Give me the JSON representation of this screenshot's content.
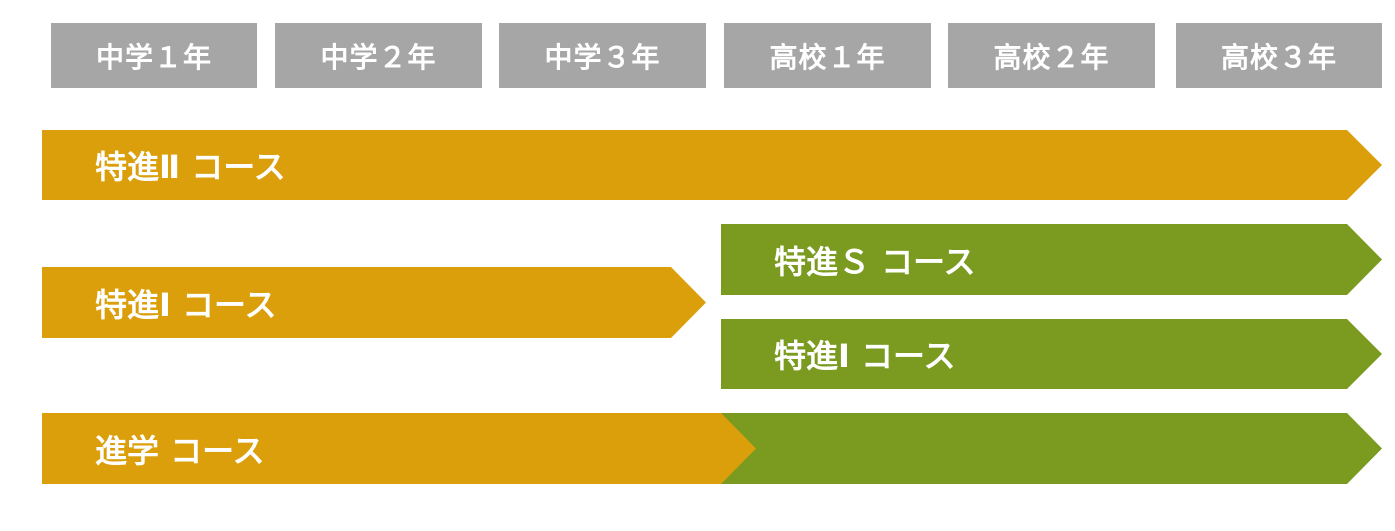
{
  "header": {
    "grades": [
      "中学１年",
      "中学２年",
      "中学３年",
      "高校１年",
      "高校２年",
      "高校３年"
    ]
  },
  "courses": {
    "tokushin2": "特進Ⅱ コース",
    "tokushin1": "特進Ⅰ コース",
    "tokushinS_high": "特進Ｓ コース",
    "tokushin1_high": "特進Ⅰ コース",
    "shingaku": "進学 コース"
  },
  "colors": {
    "header": "#a6a6a6",
    "junior": "#da9f0b",
    "senior": "#7a9b1f"
  }
}
